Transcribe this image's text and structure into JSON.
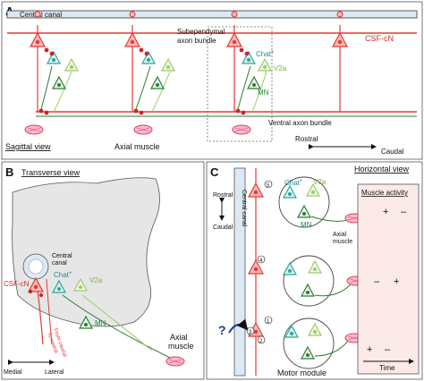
{
  "panel_a": {
    "letter": "A",
    "canal_label": "Central canal",
    "subependymal_label_1": "Subependymal",
    "subependymal_label_2": "axon bundle",
    "csf_label": "CSF-cN",
    "chat_label": "Chat",
    "chat_superscript": "+",
    "v2a_label": "V2a",
    "mn_label": "MN",
    "ventral_label": "Ventral axon bundle",
    "view_label": "Sagittal view",
    "muscle_label": "Axial muscle",
    "rostral_label": "Rostral",
    "caudal_label": "Caudal"
  },
  "panel_b": {
    "letter": "B",
    "title": "Transverse view",
    "canal_label_1": "Central",
    "canal_label_2": "canal",
    "csf_label": "CSF-cN",
    "chat_label": "Chat",
    "chat_superscript": "+",
    "v2a_label": "V2a",
    "mn_label": "MN",
    "from_caudal_1": "From caudal",
    "from_caudal_2": "To rostral",
    "muscle_label_1": "Axial",
    "muscle_label_2": "muscle",
    "medial_label": "Medial",
    "lateral_label": "Lateral"
  },
  "panel_c": {
    "letter": "C",
    "title": "Horizontal view",
    "rostral_label": "Rostral",
    "caudal_label": "Caudal",
    "canal_label": "Central canal",
    "chat_label": "Chat",
    "chat_superscript": "+",
    "v2a_label": "V2a",
    "mn_label": "MN",
    "muscle_label_1": "Axial",
    "muscle_label_2": "muscle",
    "question": "?",
    "module_label": "Motor module",
    "muscle_activity_title": "Muscle activity",
    "time_label": "Time",
    "numbers": [
      "5",
      "4",
      "3",
      "2",
      "1"
    ],
    "activity_signs": [
      {
        "left": "+",
        "right": "–"
      },
      {
        "left": "–",
        "right": "+"
      },
      {
        "left": "+",
        "right": "–"
      }
    ]
  },
  "colors": {
    "csf_red": "#e53935",
    "chat_teal": "#26a69a",
    "v2a_lime": "#9ccc65",
    "mn_green": "#2e7d32",
    "muscle_pink": "#f06292",
    "canal_blue": "#dbe9f5",
    "gray_matter": "#e6e6e6",
    "activity_bg": "#fbeae8"
  }
}
